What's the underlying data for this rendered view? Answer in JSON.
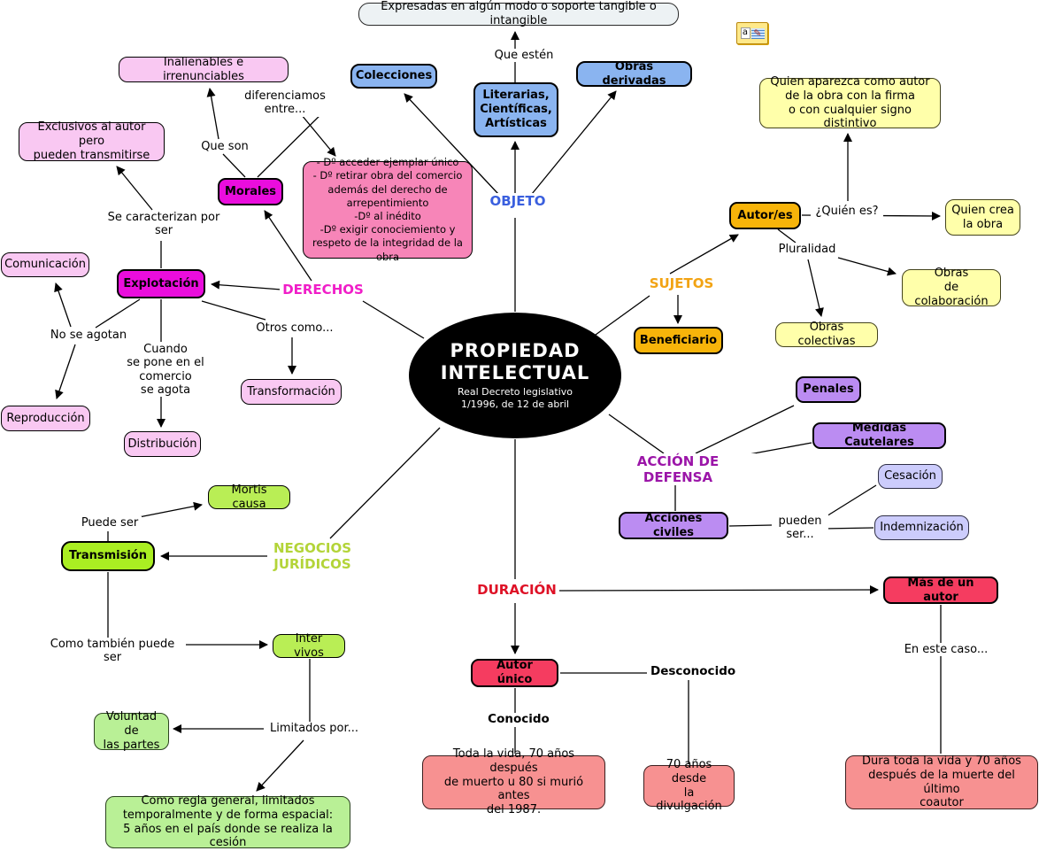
{
  "center": {
    "title": "PROPIEDAD\nINTELECTUAL",
    "subtitle": "Real Decreto legislativo\n1/1996, de 12 de abril"
  },
  "sections": {
    "objeto": "OBJETO",
    "derechos": "DERECHOS",
    "sujetos": "SUJETOS",
    "accion_defensa": "ACCIÓN DE DEFENSA",
    "negocios": "NEGOCIOS\nJURÍDICOS",
    "duracion": "DURACIÓN"
  },
  "nodes": {
    "expresadas": "Expresadas en algún modo o soporte tangible o intangible",
    "colecciones": "Colecciones",
    "literarias": "Literarias,\nCientíficas,\nArtísticas",
    "obras_derivadas": "Obras derivadas",
    "quien_aparezca": "Quien aparezca como autor\nde la obra con la firma\no con cualquier signo distintivo",
    "inalienables": "Inalienables e irrenunciables",
    "exclusivos": "Exclusivos al autor pero\npueden transmitirse",
    "morales": "Morales",
    "derechos_detalle": "- Dº acceder ejemplar único\n- Dº retirar obra del comercio\nademás del derecho de\narrepentimiento\n-Dº al inédito\n-Dº exigir conociemiento y\nrespeto de la integridad de la obra",
    "autores": "Autor/es",
    "quien_crea": "Quien crea\nla obra",
    "comunicacion": "Comunicación",
    "explotacion": "Explotación",
    "obras_colaboracion": "Obras\nde colaboración",
    "beneficiario": "Beneficiario",
    "obras_colectivas": "Obras colectivas",
    "transformacion": "Transformación",
    "penales": "Penales",
    "reproduccion": "Reproducción",
    "distribucion": "Distribución",
    "medidas_cautelares": "Medidas Cautelares",
    "cesacion": "Cesación",
    "mortis_causa": "Mortis causa",
    "acciones_civiles": "Acciones civiles",
    "indemnizacion": "Indemnización",
    "transmision": "Transmisión",
    "mas_de_un_autor": "Más de un autor",
    "inter_vivos": "Inter vivos",
    "autor_unico": "Autor único",
    "voluntad": "Voluntad de\nlas partes",
    "toda_la_vida": "Toda la vida, 70 años después\nde  muerto u 80 si murió antes\ndel 1987.",
    "setenta_anos": "70 años desde\nla divulgación",
    "dura_toda": "Dura toda la vida y 70 años\ndespués de la muerte del último\ncoautor",
    "como_regla": "Como regla general, limitados\ntemporalmente y de forma espacial:\n5 años en el país donde se realiza la cesión"
  },
  "labels": {
    "que_esten": "Que estén",
    "diferenciamos": "diferenciamos entre...",
    "que_son": "Que son",
    "se_caracterizan": "Se caracterizan por\nser",
    "no_se_agotan": "No se agotan",
    "cuando_comercio": "Cuando\nse pone en el comercio\nse agota",
    "otros_como": "Otros como...",
    "quien_es": "¿Quién es?",
    "pluralidad": "Pluralidad",
    "pueden_ser": "pueden\nser...",
    "puede_ser": "Puede ser",
    "como_tambien": "Como también puede ser",
    "limitados_por": "Limitados por...",
    "en_este_caso": "En este caso...",
    "desconocido": "Desconocido",
    "conocido": "Conocido"
  },
  "icon": {
    "letter": "a",
    "name": "annotation-note-icon"
  },
  "colors": {
    "objeto_label": "#3a5fde",
    "derechos_label": "#f01ec8",
    "sujetos_label": "#f2a313",
    "accion_label": "#9b15a8",
    "negocios_label": "#b3d438",
    "duracion_label": "#de1126",
    "blue_box": "#8ab4f0",
    "light_pink_box": "#f9c8f2",
    "deep_pink_box": "#f785b8",
    "magenta_box": "#ea0ddd",
    "orange_box": "#f7b40a",
    "yellow_box": "#ffffaa",
    "purple_box": "#bb8cf2",
    "lavender_box": "#ccccfc",
    "bright_green_box": "#aaee22",
    "light_green_box": "#b9f096",
    "red_box": "#f53c60",
    "salmon_box": "#f79191",
    "center_ellipse": "#000000"
  }
}
